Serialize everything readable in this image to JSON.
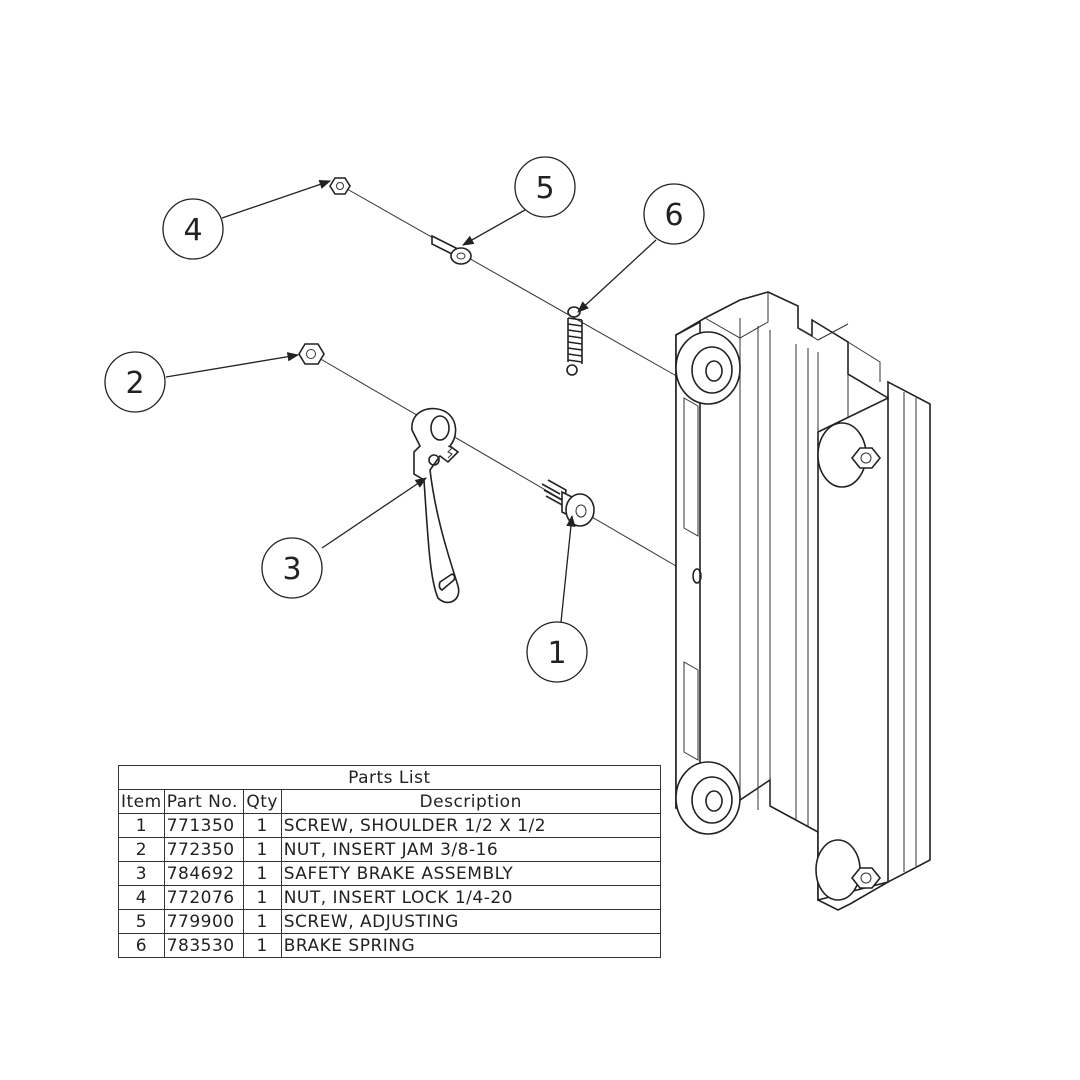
{
  "callouts": [
    {
      "label": "1"
    },
    {
      "label": "2"
    },
    {
      "label": "3"
    },
    {
      "label": "4"
    },
    {
      "label": "5"
    },
    {
      "label": "6"
    }
  ],
  "parts_list": {
    "title": "Parts List",
    "headers": [
      "Item",
      "Part No.",
      "Qty",
      "Description"
    ],
    "rows": [
      {
        "item": "1",
        "part_no": "771350",
        "qty": "1",
        "description": "SCREW, SHOULDER 1/2 X 1/2"
      },
      {
        "item": "2",
        "part_no": "772350",
        "qty": "1",
        "description": "NUT, INSERT JAM 3/8-16"
      },
      {
        "item": "3",
        "part_no": "784692",
        "qty": "1",
        "description": "SAFETY BRAKE ASSEMBLY"
      },
      {
        "item": "4",
        "part_no": "772076",
        "qty": "1",
        "description": "NUT, INSERT LOCK 1/4-20"
      },
      {
        "item": "5",
        "part_no": "779900",
        "qty": "1",
        "description": "SCREW, ADJUSTING"
      },
      {
        "item": "6",
        "part_no": "783530",
        "qty": "1",
        "description": "BRAKE SPRING"
      }
    ]
  }
}
